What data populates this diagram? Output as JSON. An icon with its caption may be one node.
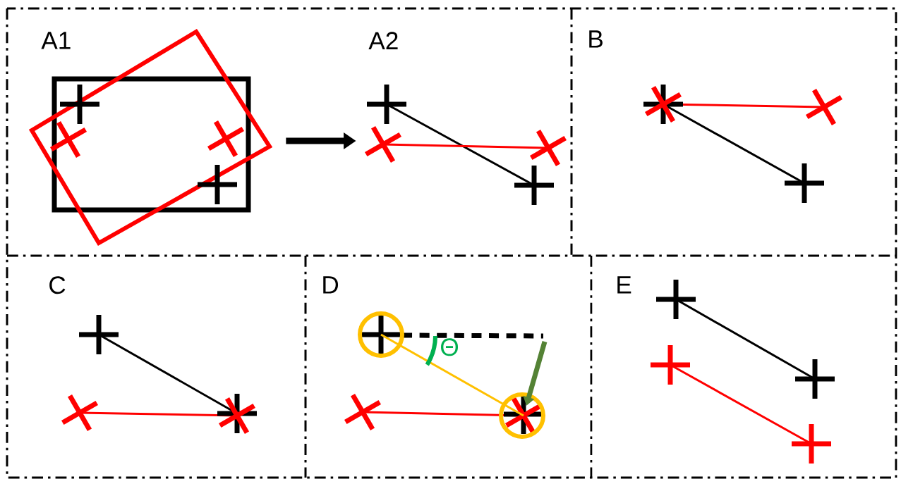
{
  "diagram": {
    "nodes": [
      {
        "text": [],
        "shape": "picture"
      },
      {
        "text": [],
        "shape": "picture"
      }
    ],
    "edges": [
      {
        "from": 0,
        "to": 1,
        "arrow": "to"
      }
    ],
    "labels": [
      "A1",
      "A2",
      "B",
      "C",
      "D",
      "E",
      "Θ"
    ]
  }
}
